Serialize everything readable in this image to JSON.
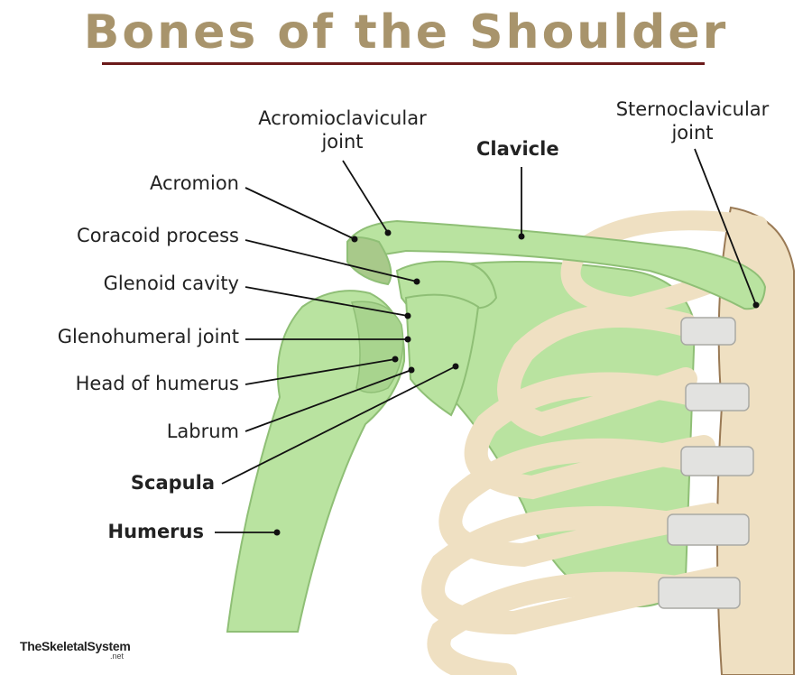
{
  "title": "Bones of the Shoulder",
  "labels": {
    "acromioclavicular_line1": "Acromioclavicular",
    "acromioclavicular_line2": "joint",
    "clavicle": "Clavicle",
    "sternoclavicular_line1": "Sternoclavicular",
    "sternoclavicular_line2": "joint",
    "acromion": "Acromion",
    "coracoid_process": "Coracoid process",
    "glenoid_cavity": "Glenoid cavity",
    "glenohumeral_joint": "Glenohumeral joint",
    "head_of_humerus": "Head of humerus",
    "labrum": "Labrum",
    "scapula": "Scapula",
    "humerus": "Humerus"
  },
  "brand": {
    "name": "TheSkeletalSystem",
    "suffix": ".net"
  },
  "colors": {
    "title": "#a8946c",
    "title_rule": "#6b1a1a",
    "highlight_bone": "#b9e3a0",
    "bone": "#efe0c2",
    "cartilage": "#e2e2e0",
    "outline": "#7a5a3a"
  }
}
